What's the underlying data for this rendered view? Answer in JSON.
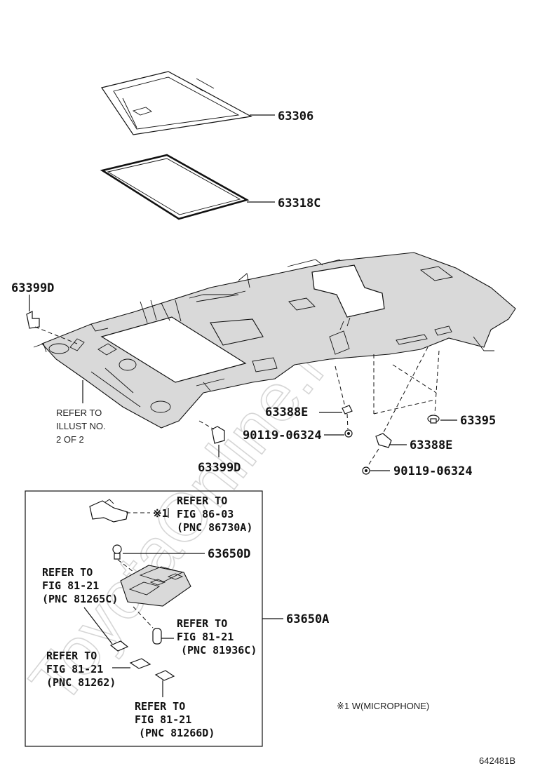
{
  "watermark": "ToyotaOnline.ru",
  "callouts": {
    "c63306": "63306",
    "c63318c": "63318C",
    "c63399d_top": "63399D",
    "c63399d_bottom": "63399D",
    "c63388e_1": "63388E",
    "c63388e_2": "63388E",
    "c90119_1": "90119-06324",
    "c90119_2": "90119-06324",
    "c63395": "63395",
    "c63650d": "63650D",
    "c63650a": "63650A"
  },
  "refer_illust": [
    "REFER TO",
    "ILLUST NO.",
    "2 OF 2"
  ],
  "refs": {
    "mic": [
      "REFER TO",
      "FIG 86-03",
      "(PNC 86730A)"
    ],
    "r81265c": [
      "REFER TO",
      "FIG 81-21",
      "(PNC 81265C)"
    ],
    "r81936c": [
      "REFER TO",
      "FIG 81-21",
      "(PNC 81936C)"
    ],
    "r81262": [
      "REFER TO",
      "FIG 81-21",
      "(PNC 81262)"
    ],
    "r81266d": [
      "REFER TO",
      "FIG 81-21",
      "(PNC 81266D)"
    ]
  },
  "mic_symbol": "※1",
  "legend_note": "※1 W(MICROPHONE)",
  "figure_code": "642481B"
}
